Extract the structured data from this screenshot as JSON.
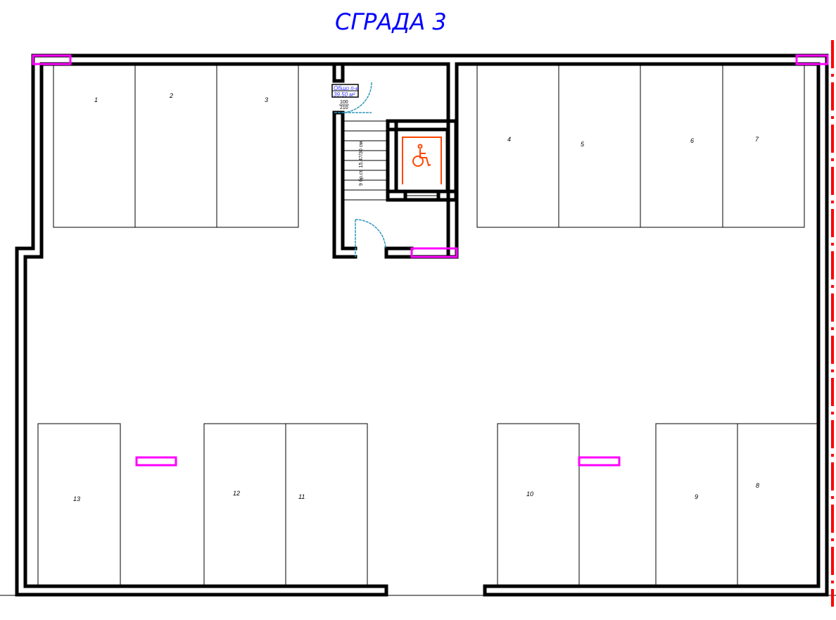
{
  "title": "СГРАДА 3",
  "room_label": {
    "name": "Общо п-в",
    "area": "39.50 м²"
  },
  "door_size": {
    "width": "100",
    "height": "210"
  },
  "stair_label": "9 бр.ст. 15.47/30 см",
  "parking_spaces": [
    "1",
    "2",
    "3",
    "4",
    "5",
    "6",
    "7",
    "8",
    "9",
    "10",
    "11",
    "12",
    "13"
  ],
  "icons": {
    "accessibility": "wheelchair-icon"
  },
  "colors": {
    "title": "#0000ff",
    "walls": "#000000",
    "openings": "#ff00ff",
    "axis": "#ff0000",
    "door": "#3399bb",
    "lift": "#ff4500"
  }
}
